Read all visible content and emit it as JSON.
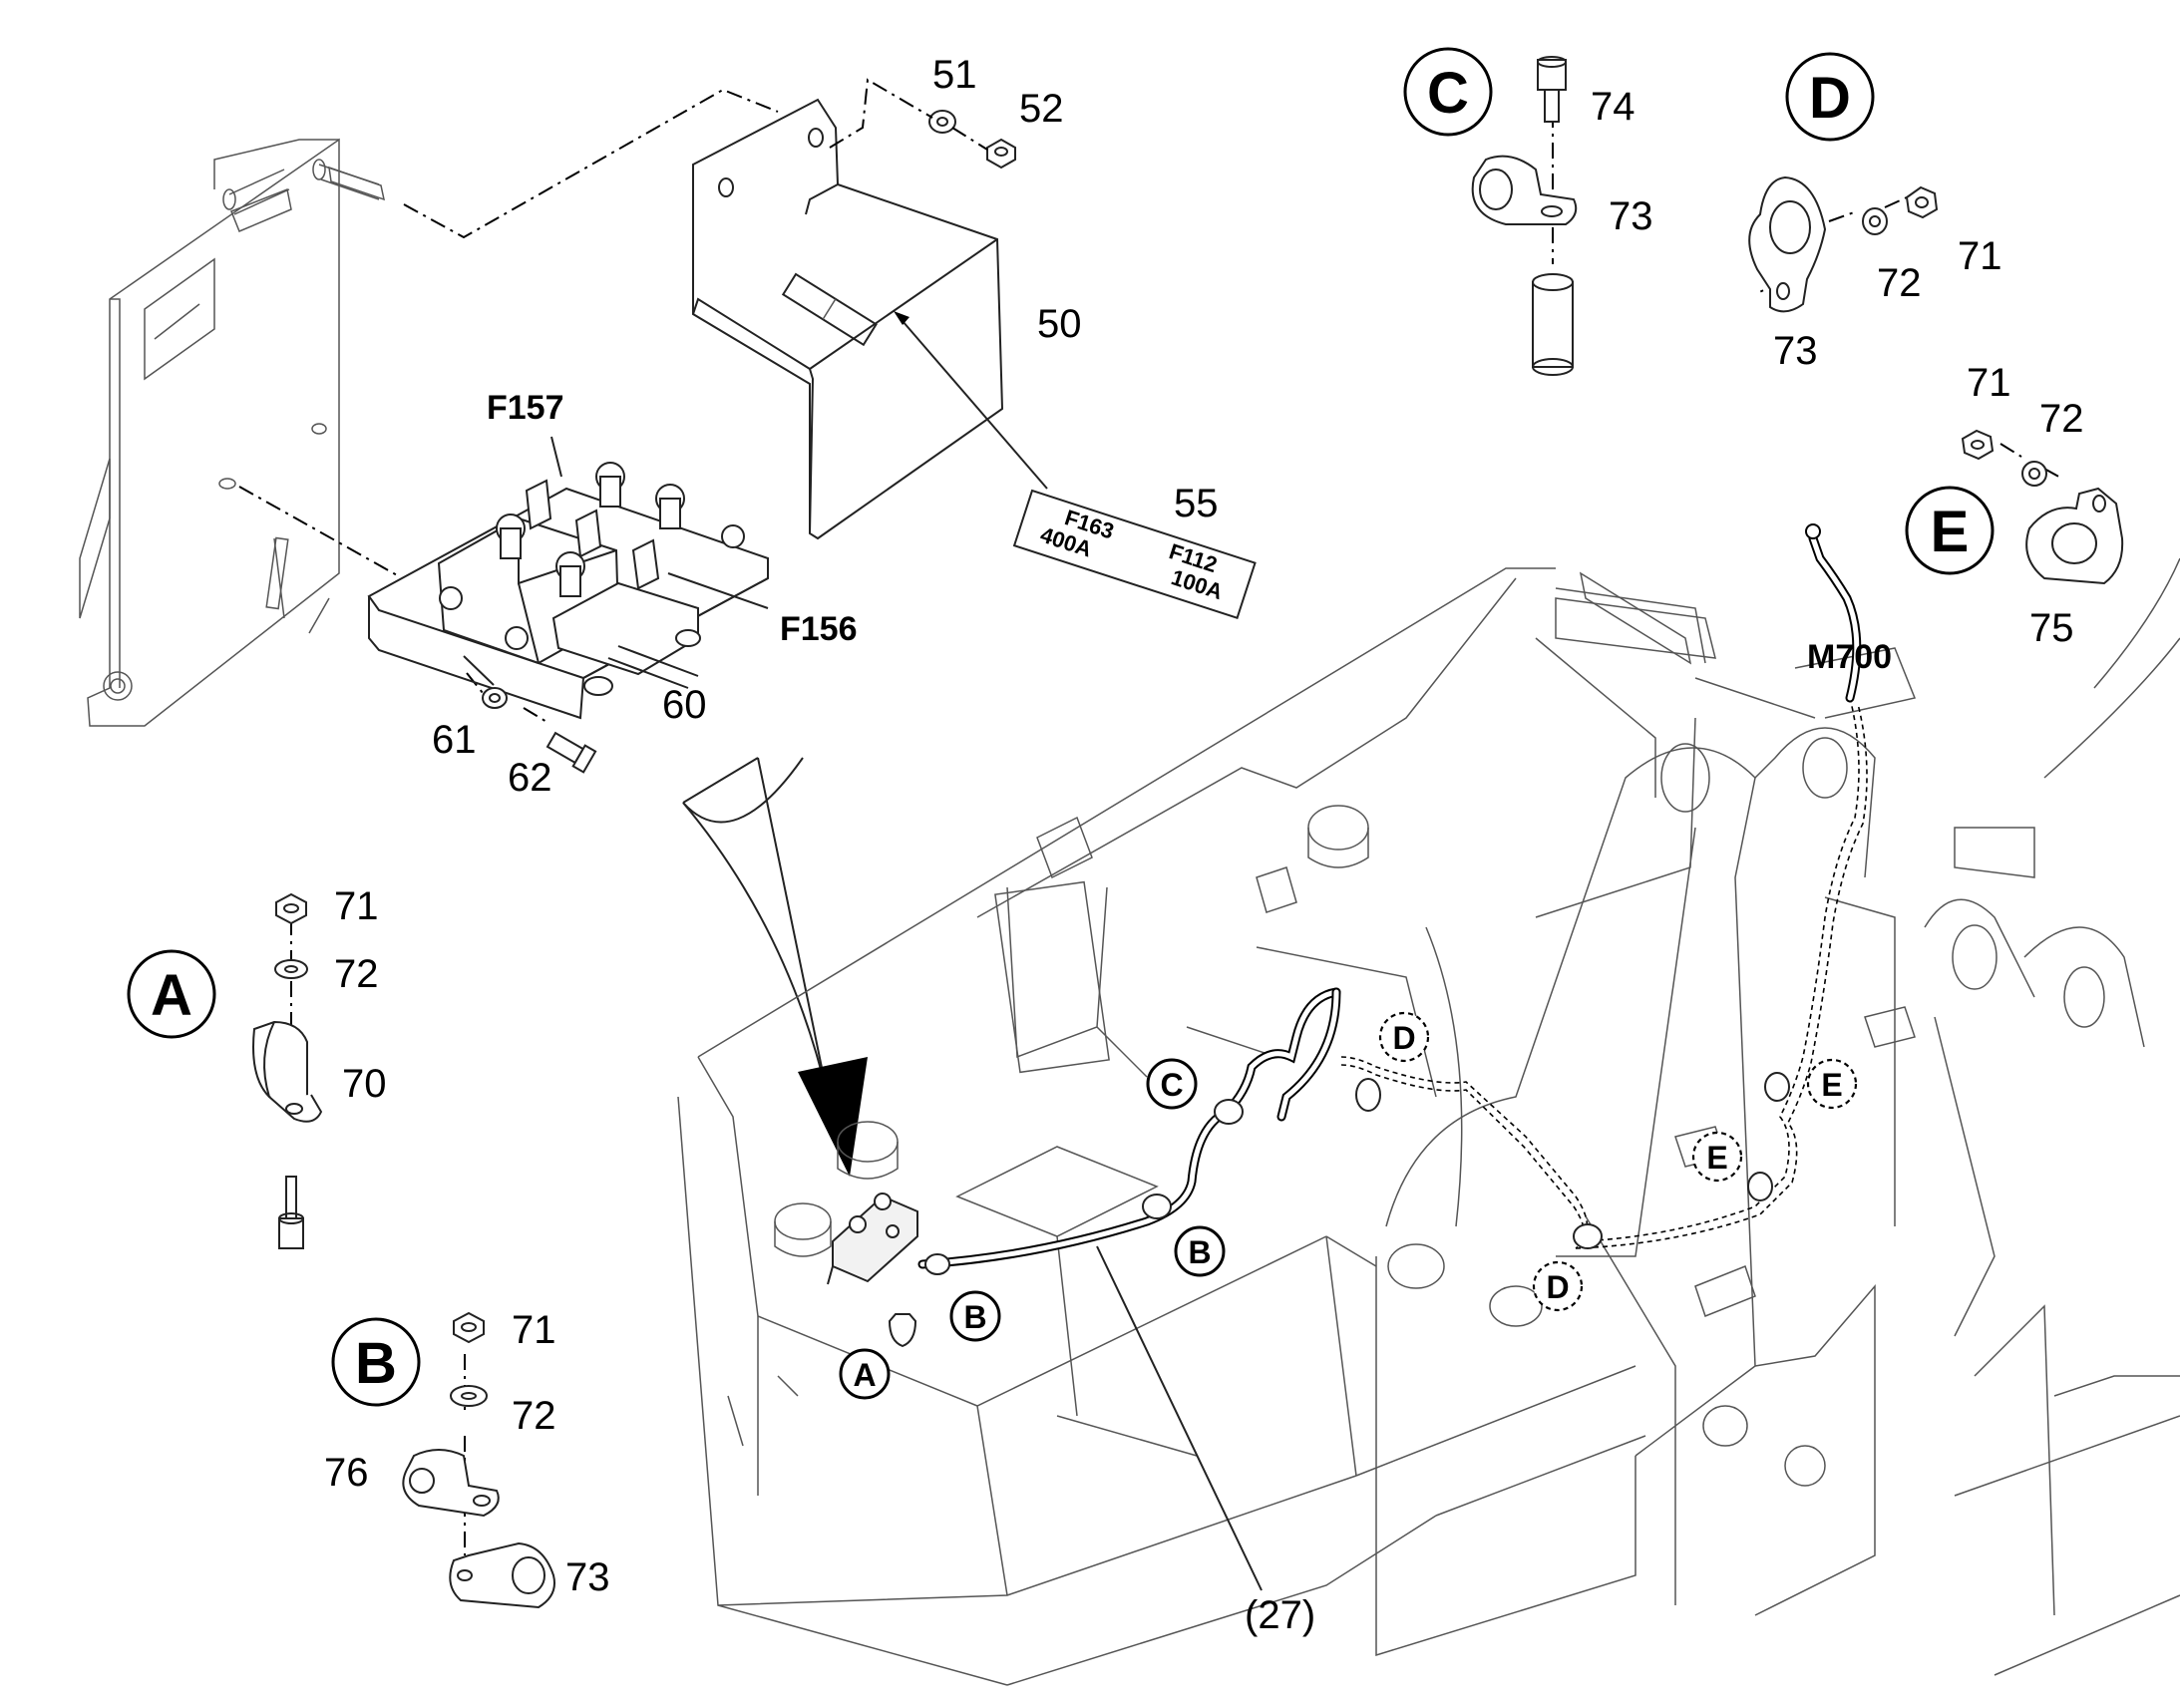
{
  "labels": {
    "n50": "50",
    "n51": "51",
    "n52": "52",
    "n55": "55",
    "n60": "60",
    "n61": "61",
    "n62": "62",
    "n70": "70",
    "n71a": "71",
    "n72a": "72",
    "n71b": "71",
    "n72b": "72",
    "n73b": "73",
    "n76": "76",
    "n73c": "73",
    "n74": "74",
    "n71d": "71",
    "n72d": "72",
    "n73d": "73",
    "n71e": "71",
    "n72e": "72",
    "n75": "75",
    "n27": "(27)"
  },
  "components": {
    "f157": "F157",
    "f156": "F156",
    "m700": "M700"
  },
  "detail_views": {
    "A": "A",
    "B": "B",
    "C": "C",
    "D": "D",
    "E": "E"
  },
  "callouts": {
    "a": "A",
    "b1": "B",
    "b2": "B",
    "c": "C",
    "d1": "D",
    "d2": "D",
    "e1": "E",
    "e2": "E"
  },
  "label_plate": {
    "fuse1_name": "F163",
    "fuse1_rating": "400A",
    "fuse2_name": "F112",
    "fuse2_rating": "100A"
  }
}
